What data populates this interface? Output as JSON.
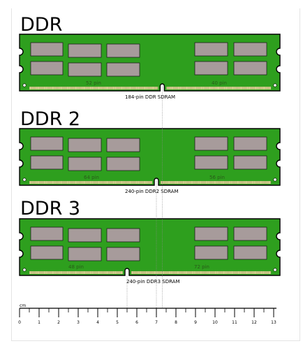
{
  "caption": "no title shown",
  "colors": {
    "pcb": "#2e9f1e",
    "pcb_border": "#000000",
    "chip": "#a79b9b",
    "contact": "#e9e3a3",
    "contact_dark": "#5a5a23",
    "guide": "#8a8a8a"
  },
  "modules": [
    {
      "id": "ddr",
      "title": "DDR",
      "left_pin_label": "52 pin",
      "right_pin_label": "40 pin",
      "caption": "184-pin DDR SDRAM",
      "notch_cm": 7.3
    },
    {
      "id": "ddr2",
      "title": "DDR 2",
      "left_pin_label": "64 pin",
      "right_pin_label": "56 pin",
      "caption": "240-pin DDR2 SDRAM",
      "notch_cm": 7.0
    },
    {
      "id": "ddr3",
      "title": "DDR 3",
      "left_pin_label": "48 pin",
      "right_pin_label": "72 pin",
      "caption": "240-pin DDR3 SDRAM",
      "notch_cm": 5.5
    }
  ],
  "ruler": {
    "unit_label": "cm",
    "ticks": [
      "0",
      "1",
      "2",
      "3",
      "4",
      "5",
      "6",
      "7",
      "8",
      "9",
      "10",
      "11",
      "12",
      "13"
    ]
  }
}
